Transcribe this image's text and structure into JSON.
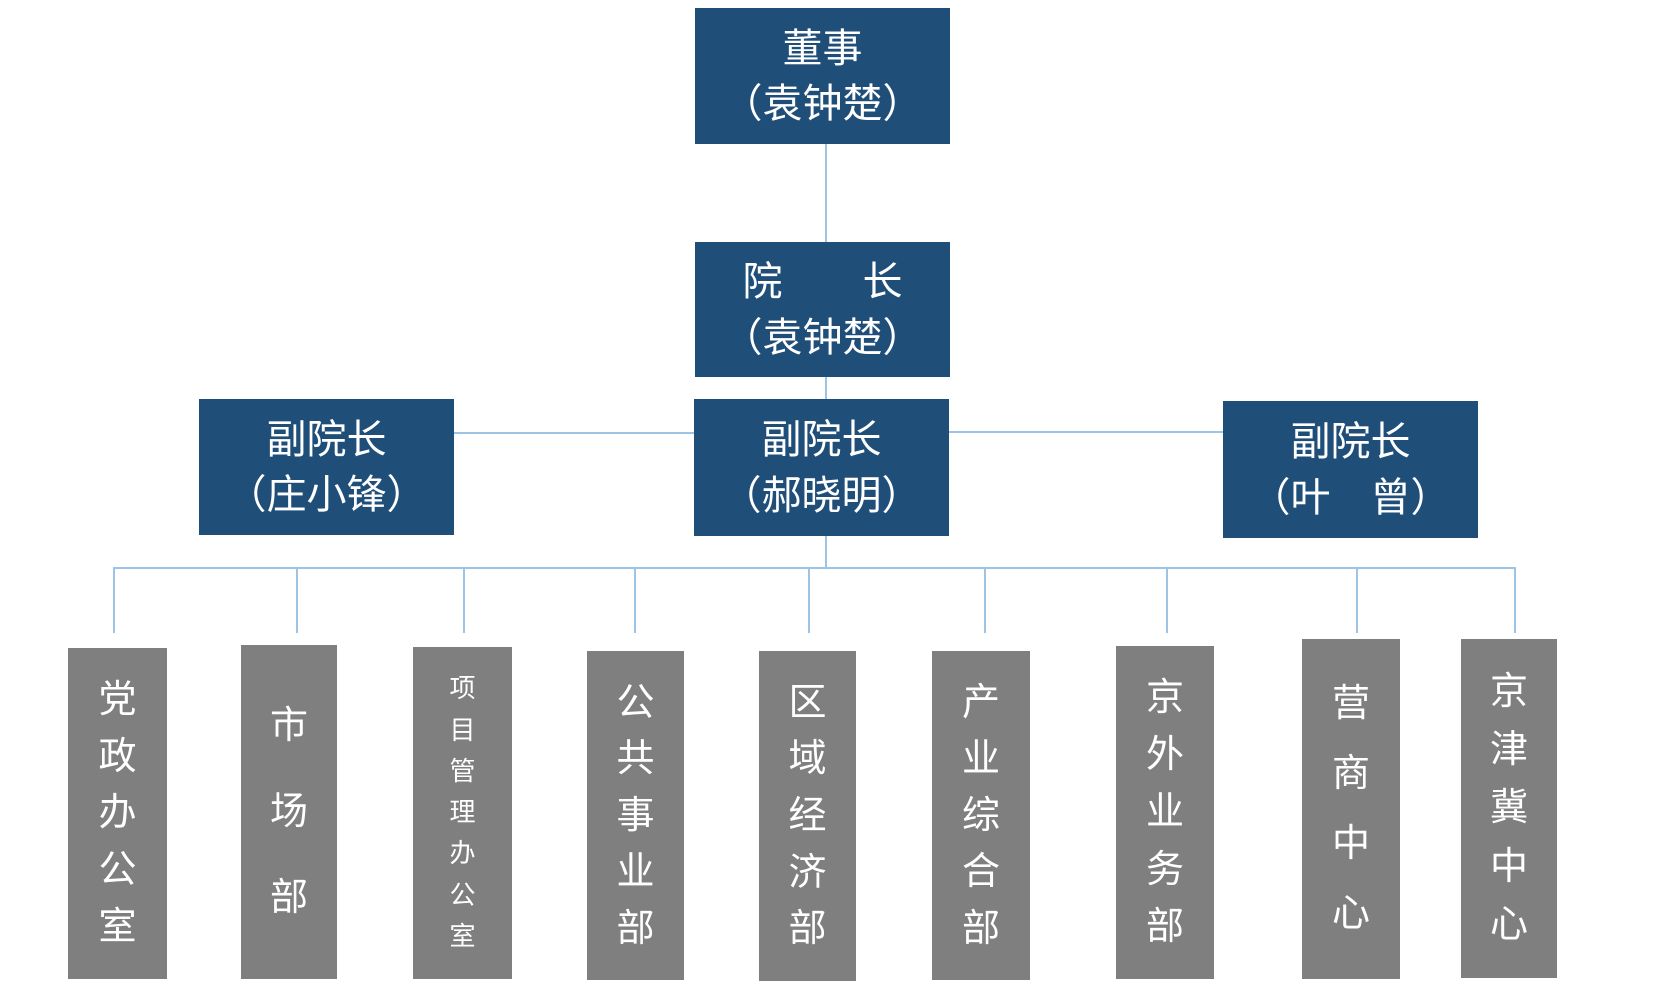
{
  "colors": {
    "node_box": "#1F4E79",
    "department_box": "#7F7F7F",
    "connector": "#9DC3E6",
    "text": "#FFFFFF",
    "background": "#FFFFFF"
  },
  "nodes": {
    "director": {
      "title": "董事",
      "name": "（袁钟楚）"
    },
    "president": {
      "title": "院　　长",
      "name": "（袁钟楚）"
    },
    "vice_presidents": [
      {
        "title": "副院长",
        "name": "（庄小锋）"
      },
      {
        "title": "副院长",
        "name": "（郝晓明）"
      },
      {
        "title": "副院长",
        "name": "（叶　曾）"
      }
    ],
    "departments": [
      {
        "label": "党政办公室"
      },
      {
        "label": "市场部"
      },
      {
        "label": "项目管理办公室"
      },
      {
        "label": "公共事业部"
      },
      {
        "label": "区域经济部"
      },
      {
        "label": "产业综合部"
      },
      {
        "label": "京外业务部"
      },
      {
        "label": "营商中心"
      },
      {
        "label": "京津冀中心"
      }
    ]
  }
}
